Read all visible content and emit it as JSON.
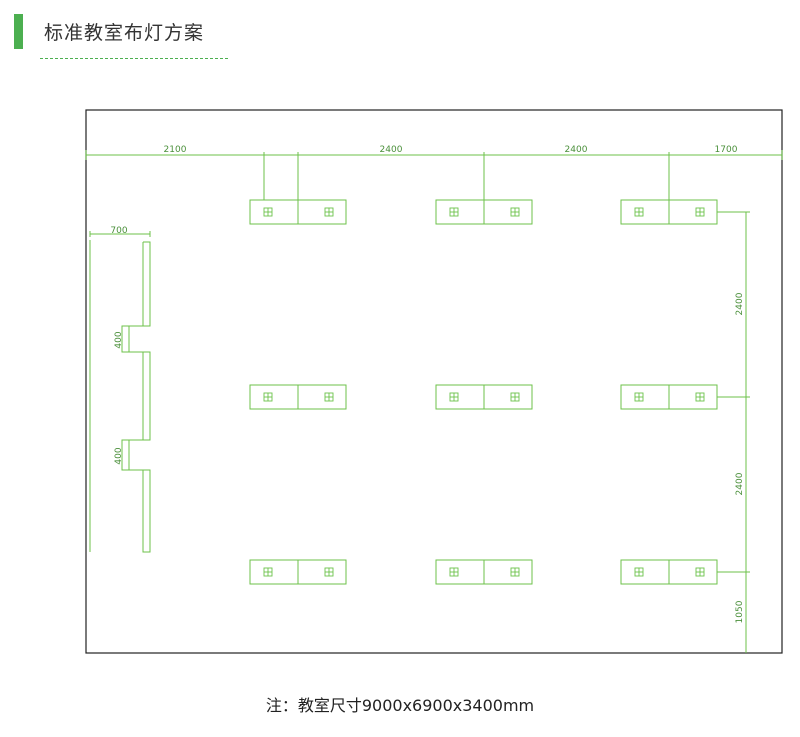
{
  "header": {
    "title": "标准教室布灯方案"
  },
  "plan": {
    "top_dims": [
      "2100",
      "2400",
      "2400",
      "1700"
    ],
    "right_dims": [
      "2400",
      "2400",
      "1050"
    ],
    "left_dims": {
      "width": "700",
      "gap1": "400",
      "gap2": "400"
    }
  },
  "footer": {
    "note": "注：教室尺寸9000x6900x3400mm"
  },
  "colors": {
    "accent": "#4caf50",
    "line": "#6cc24a",
    "frame": "#222222",
    "title_bar": "#4caf50"
  }
}
